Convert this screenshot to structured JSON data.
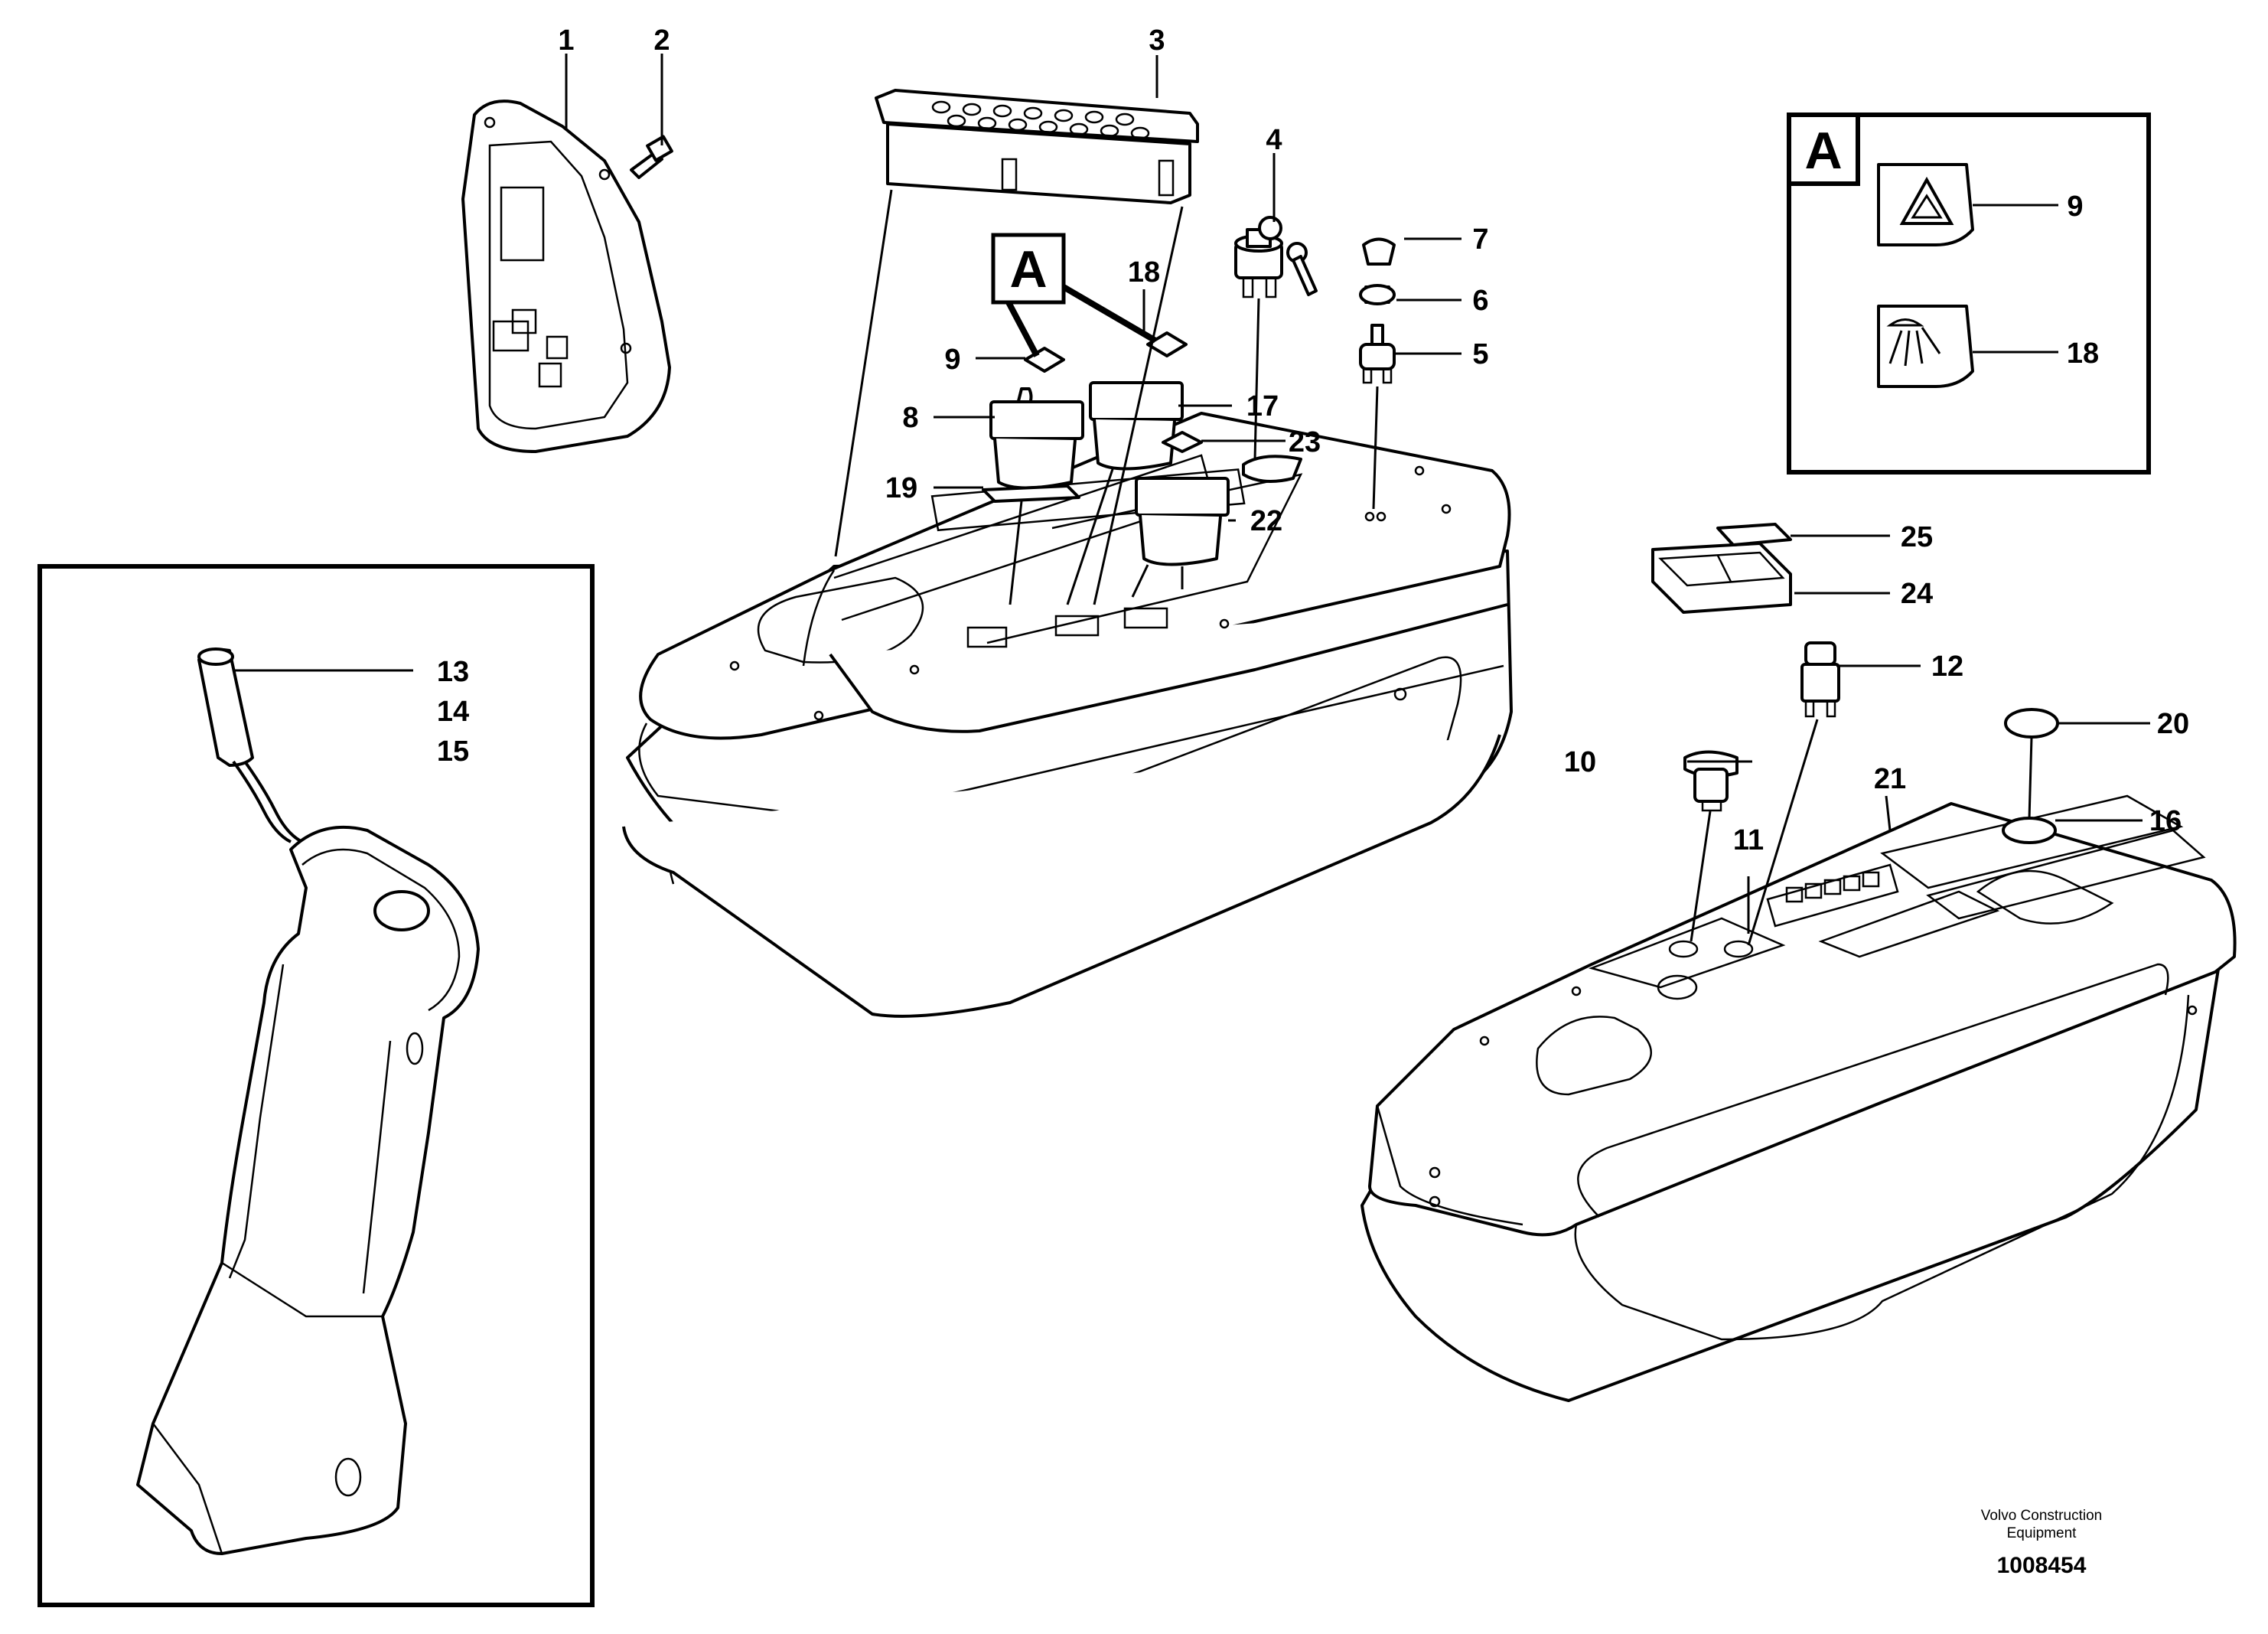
{
  "labels": {
    "l1": "1",
    "l2": "2",
    "l3": "3",
    "l4": "4",
    "l5": "5",
    "l6": "6",
    "l7": "7",
    "l8": "8",
    "l9a": "9",
    "l9b": "9",
    "l10": "10",
    "l11": "11",
    "l12": "12",
    "l13": "13",
    "l14": "14",
    "l15": "15",
    "l16": "16",
    "l17": "17",
    "l18a": "18",
    "l18b": "18",
    "l19": "19",
    "l20": "20",
    "l21": "21",
    "l22": "22",
    "l23": "23",
    "l24": "24",
    "l25": "25"
  },
  "detail_letter": "A",
  "callout_letter": "A",
  "credit": {
    "line1": "Volvo Construction",
    "line2": "Equipment"
  },
  "part_number": "1008454"
}
